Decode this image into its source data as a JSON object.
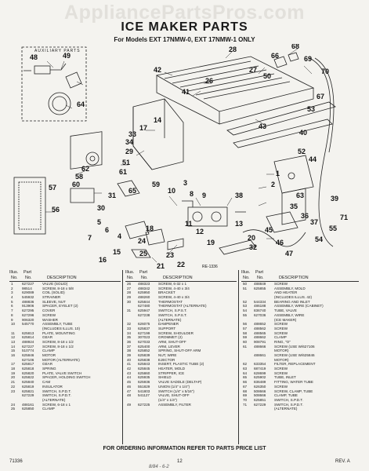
{
  "watermark": "AppliancePartsPros.com",
  "title": "ICE MAKER PARTS",
  "subtitle": "For Models EXT 17NMW-0, EXT 17NMW-1 ONLY",
  "aux_label": "AUXILIARY PARTS",
  "figure_code": "RE-1336",
  "headers": {
    "illus": "Illus.",
    "no": "No.",
    "part": "Part",
    "description": "DESCRIPTION"
  },
  "callouts": [
    {
      "label": "68"
    },
    {
      "label": "69"
    },
    {
      "label": "48"
    },
    {
      "label": "49"
    },
    {
      "label": "66"
    },
    {
      "label": "64"
    },
    {
      "label": "70"
    },
    {
      "label": "67"
    },
    {
      "label": "28"
    },
    {
      "label": "27"
    },
    {
      "label": "50"
    },
    {
      "label": "53"
    },
    {
      "label": "42"
    },
    {
      "label": "41"
    },
    {
      "label": "26"
    },
    {
      "label": "43"
    },
    {
      "label": "40"
    },
    {
      "label": "44"
    },
    {
      "label": "14"
    },
    {
      "label": "17"
    },
    {
      "label": "33"
    },
    {
      "label": "34"
    },
    {
      "label": "29"
    },
    {
      "label": "62"
    },
    {
      "label": "58"
    },
    {
      "label": "60"
    },
    {
      "label": "57"
    },
    {
      "label": "31"
    },
    {
      "label": "30"
    },
    {
      "label": "56"
    },
    {
      "label": "51"
    },
    {
      "label": "61"
    },
    {
      "label": "65"
    },
    {
      "label": "59"
    },
    {
      "label": "3"
    },
    {
      "label": "1"
    },
    {
      "label": "2"
    },
    {
      "label": "52"
    },
    {
      "label": "35"
    },
    {
      "label": "36"
    },
    {
      "label": "37"
    },
    {
      "label": "38"
    },
    {
      "label": "9"
    },
    {
      "label": "8"
    },
    {
      "label": "10"
    },
    {
      "label": "11"
    },
    {
      "label": "12"
    },
    {
      "label": "13"
    },
    {
      "label": "19"
    },
    {
      "label": "20"
    },
    {
      "label": "24"
    },
    {
      "label": "25"
    },
    {
      "label": "23"
    },
    {
      "label": "22"
    },
    {
      "label": "21"
    },
    {
      "label": "39"
    },
    {
      "label": "5"
    },
    {
      "label": "6"
    },
    {
      "label": "7"
    },
    {
      "label": "4"
    },
    {
      "label": "15"
    },
    {
      "label": "16"
    },
    {
      "label": "18"
    },
    {
      "label": "32"
    },
    {
      "label": "45"
    },
    {
      "label": "46"
    },
    {
      "label": "47"
    },
    {
      "label": "54"
    },
    {
      "label": "55"
    },
    {
      "label": "63"
    },
    {
      "label": "71"
    }
  ],
  "columns": [
    {
      "rows": [
        [
          "1",
          "627227",
          "VALVE (SOLID)"
        ],
        [
          "2",
          "98514",
          "SCREW, 8-18 x 5/8"
        ],
        [
          "3",
          "629089",
          "COIL (SOLID)"
        ],
        [
          "4",
          "545932",
          "STRAINER"
        ],
        [
          "5",
          "488836",
          "SLEEVE, NUT"
        ],
        [
          "6",
          "913906",
          "SPACER, EYELET (2)"
        ],
        [
          "7",
          "627295",
          "COVER"
        ],
        [
          "8",
          "627296",
          "SCREW"
        ],
        [
          "9",
          "906320",
          "WASHER"
        ],
        [
          "10",
          "545770",
          "ASSEMBLY, TUBE"
        ],
        [
          "",
          "",
          "(INCLUDES ILLUS. 10)"
        ],
        [
          "11",
          "625813",
          "PLATE, MOUNTING"
        ],
        [
          "12",
          "625814",
          "GEAR"
        ],
        [
          "13",
          "488924",
          "SCREW, 8-18 x 1/2"
        ],
        [
          "14",
          "627227",
          "SCREW, 8-18 x 1/2"
        ],
        [
          "15",
          "510774",
          "CLAMP"
        ],
        [
          "16",
          "625846",
          "MOTOR"
        ],
        [
          "",
          "627106",
          "MOTOR (ALTERNATE)"
        ],
        [
          "17",
          "625817",
          "GEAR"
        ],
        [
          "18",
          "625818",
          "SPRING"
        ],
        [
          "19",
          "625820",
          "PLATE, VALVE SWITCH"
        ],
        [
          "20",
          "625822",
          "SPACER, HOLDING SWITCH"
        ],
        [
          "21",
          "625840",
          "CAM"
        ],
        [
          "22",
          "625819",
          "INSULATOR"
        ],
        [
          "23",
          "625821",
          "SWITCH, S.P.D.T."
        ],
        [
          "",
          "627229",
          "SWITCH, S.P.D.T."
        ],
        [
          "",
          "",
          "(ALTERNATE)"
        ],
        [
          "24",
          "488161",
          "SCREW, 6-18 x 1"
        ],
        [
          "25",
          "625850",
          "CLAMP"
        ]
      ]
    },
    {
      "rows": [
        [
          "26",
          "488323",
          "SCREW, 6-32 x 1"
        ],
        [
          "27",
          "488342",
          "SCREW, 4-40 x 3/4"
        ],
        [
          "28",
          "625950",
          "BRACKET"
        ],
        [
          "29",
          "488260",
          "SCREW, 4-40 x 3/4"
        ],
        [
          "30",
          "625844",
          "THERMOSTAT"
        ],
        [
          "",
          "627480",
          "THERMOSTAT (ALTERNATE)"
        ],
        [
          "31",
          "625947",
          "SWITCH, S.P.S.T."
        ],
        [
          "",
          "627238",
          "SWITCH, S.P.S.T."
        ],
        [
          "",
          "",
          "(ALTERNATE)"
        ],
        [
          "32",
          "626075",
          "DAMPENER"
        ],
        [
          "33",
          "625837",
          "SUPPORT"
        ],
        [
          "34",
          "627199",
          "SCREW, SHOULDER"
        ],
        [
          "35",
          "307023",
          "GROMMET (2)"
        ],
        [
          "36",
          "627033",
          "ARM, SHUT-OFF"
        ],
        [
          "37",
          "625400",
          "ARM, LEVER"
        ],
        [
          "38",
          "625852",
          "SPRING, SHUT-OFF ARM"
        ],
        [
          "39",
          "625839",
          "NUT, WIRE"
        ],
        [
          "40",
          "625838",
          "EJECTOR"
        ],
        [
          "41",
          "625843",
          "INSERT, PLASTIC TUBE (2)"
        ],
        [
          "42",
          "625845",
          "HEATER, MOLD"
        ],
        [
          "43",
          "625860",
          "STRIPPER, ICE"
        ],
        [
          "44",
          "625935",
          "SHIELD"
        ],
        [
          "45",
          "625936",
          "VALVE SADDLE (DELTAP)"
        ],
        [
          "46",
          "551829",
          "UNION (1/4\" x 1/4\")"
        ],
        [
          "47",
          "541803",
          "SWITCH (1/4\" x 5/16\")"
        ],
        [
          "48",
          "541127",
          "VALVE, SHUT-OFF"
        ],
        [
          "",
          "",
          "(1/4\" x 1/4\")"
        ],
        [
          "49",
          "627225",
          "ASSEMBLY, FILTER"
        ]
      ]
    },
    {
      "rows": [
        [
          "50",
          "488849",
          "SCREW"
        ],
        [
          "51",
          "625855",
          "ASSEMBLY, MOLD"
        ],
        [
          "",
          "",
          "AND HEATER"
        ],
        [
          "",
          "",
          "(INCLUDES ILLUS. 42)"
        ],
        [
          "52",
          "544334",
          "BEARING AND INLET"
        ],
        [
          "53",
          "486188",
          "ASSEMBLY, WIRE (CABINET)"
        ],
        [
          "54",
          "836740",
          "TUBE, VALVE"
        ],
        [
          "55",
          "627036",
          "ASSEMBLY, WIRE"
        ],
        [
          "",
          "",
          "(ICE MAKER)"
        ],
        [
          "56",
          "488652",
          "SCREW"
        ],
        [
          "57",
          "488562",
          "SCREW"
        ],
        [
          "58",
          "488565",
          "SCREW"
        ],
        [
          "59",
          "488662",
          "CLAMP"
        ],
        [
          "60",
          "908791",
          "RING, \"O\""
        ],
        [
          "61",
          "488666",
          "SCREW (USE W/627106"
        ],
        [
          "",
          "",
          "MOTOR)"
        ],
        [
          "",
          "488661",
          "SCREW (USE W/625846"
        ],
        [
          "",
          "",
          "MOTOR)"
        ],
        [
          "62",
          "633354",
          "FILTER, REPLACEMENT"
        ],
        [
          "63",
          "687419",
          "SCREW"
        ],
        [
          "64",
          "628699",
          "SCREW"
        ],
        [
          "65",
          "625902",
          "TUBE, INLET"
        ],
        [
          "66",
          "836489",
          "FITTING, WATER TUBE"
        ],
        [
          "67",
          "626350",
          "SCREW"
        ],
        [
          "68",
          "508666",
          "SCREW, CLAMP, TUBE"
        ],
        [
          "69",
          "508666",
          "CLAMP, TUBE"
        ],
        [
          "70",
          "625851",
          "SWITCH, S.P.D.T."
        ],
        [
          "71",
          "627229",
          "SWITCH, S.P.D.T."
        ],
        [
          "",
          "",
          "(ALTERNATE)"
        ]
      ]
    }
  ],
  "footer": "FOR ORDERING INFORMATION REFER TO PARTS PRICE LIST",
  "doc_number": "71336",
  "page_number": "12",
  "rev": "REV. A",
  "handwriting": "8/84 - 6-2"
}
